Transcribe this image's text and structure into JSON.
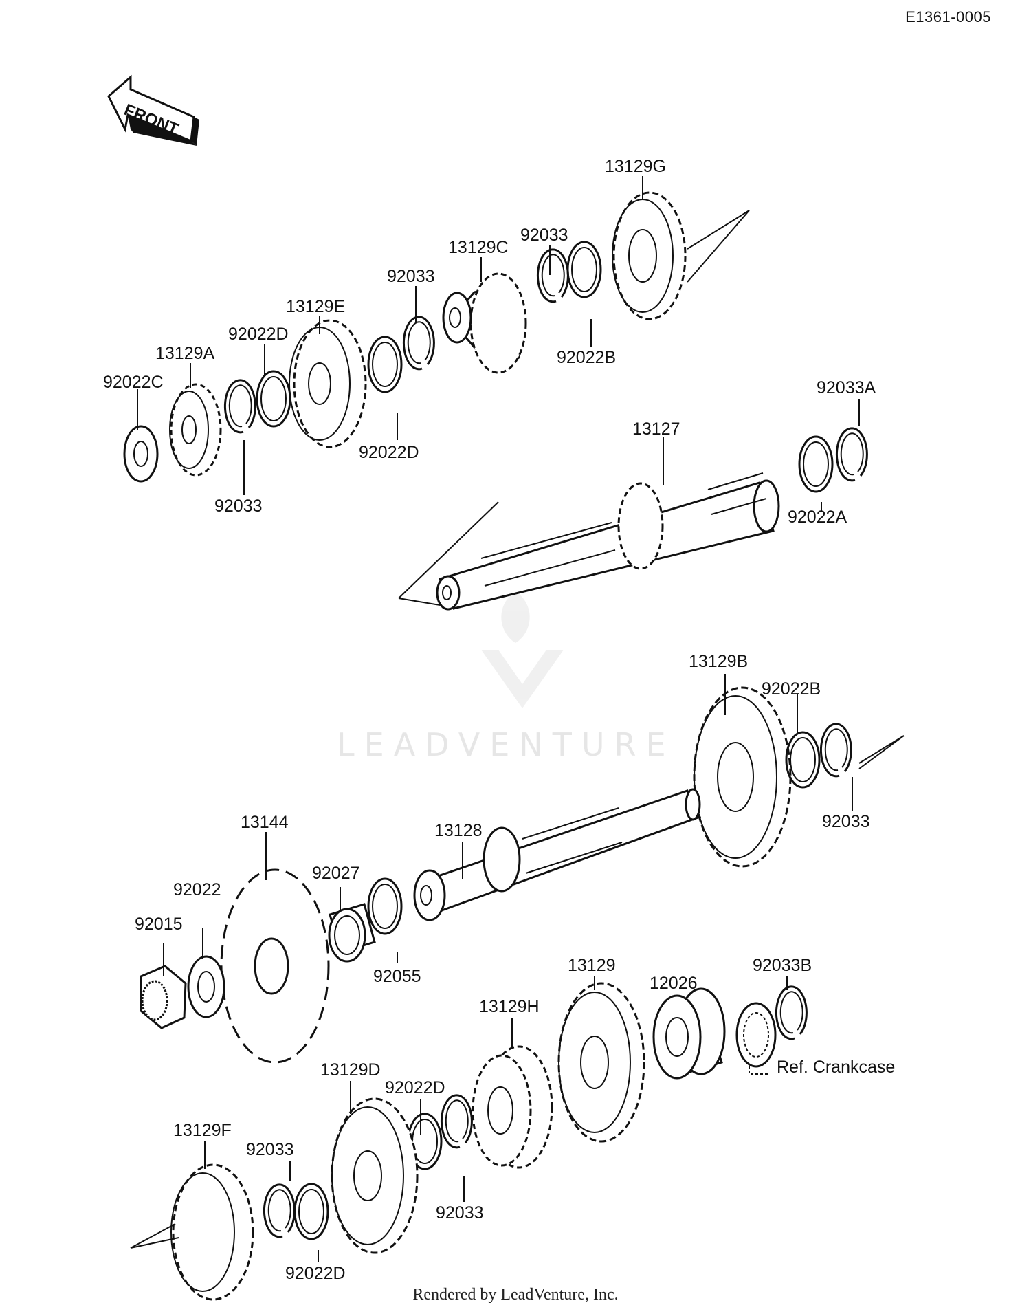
{
  "diagram_code": "E1361-0005",
  "front_label": "FRONT",
  "credit": "Rendered by LeadVenture, Inc.",
  "watermark": "LEADVENTURE",
  "ref_note": "Ref. Crankcase",
  "labels": {
    "p13129G": "13129G",
    "p92033_top": "92033",
    "p13129C": "13129C",
    "p92033_mid": "92033",
    "p13129E": "13129E",
    "p92022D_a": "92022D",
    "p13129A": "13129A",
    "p92022C": "92022C",
    "p92022B_top": "92022B",
    "p92033_lowA": "92033",
    "p92022D_b": "92022D",
    "p92033A": "92033A",
    "p13127": "13127",
    "p92022A": "92022A",
    "p13129B": "13129B",
    "p92022B": "92022B",
    "p92033_r": "92033",
    "p13144": "13144",
    "p13128": "13128",
    "p92027": "92027",
    "p92022": "92022",
    "p92015": "92015",
    "p92055": "92055",
    "p13129": "13129",
    "p12026": "12026",
    "p92033B": "92033B",
    "p13129H": "13129H",
    "p13129D": "13129D",
    "p92022D_c": "92022D",
    "p13129F": "13129F",
    "p92033_bl": "92033",
    "p92033_bm": "92033",
    "p92022D_d": "92022D"
  }
}
